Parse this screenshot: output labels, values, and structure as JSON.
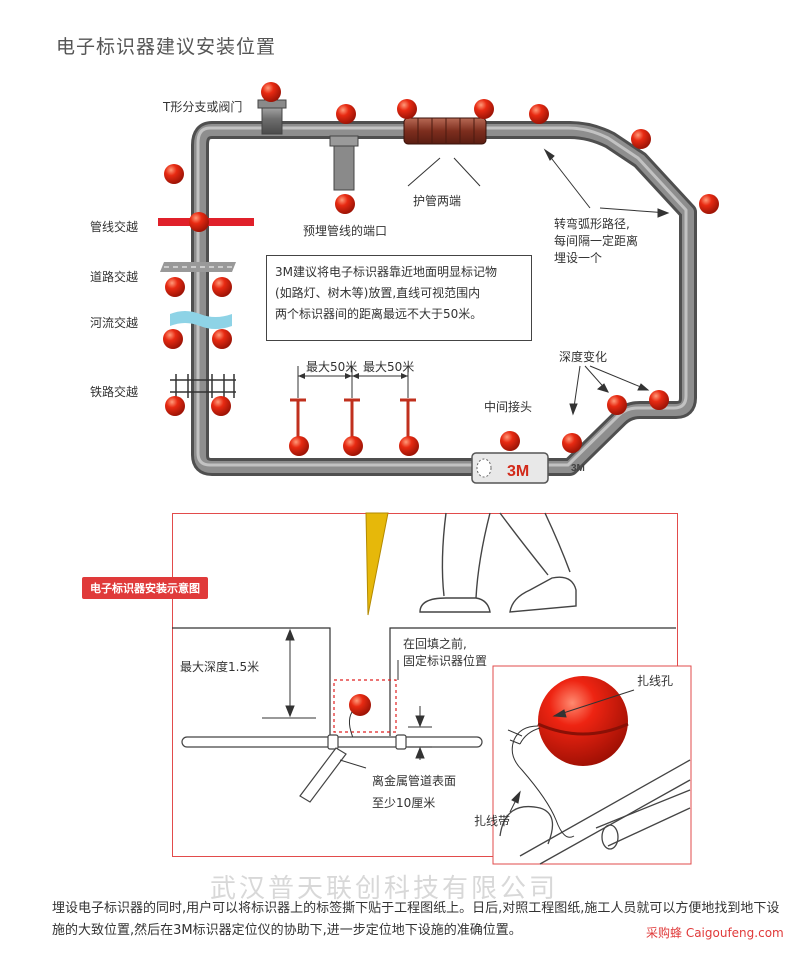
{
  "title": "电子标识器建议安装位置",
  "labels": {
    "t_branch": "T形分支或阀门",
    "pipeline_cross": "管线交越",
    "road_cross": "道路交越",
    "river_cross": "河流交越",
    "rail_cross": "铁路交越",
    "protect_ends": "护管两端",
    "reserved_port": "预埋管线的端口",
    "arc_path": "转弯弧形路径,\n每间隔一定距离\n埋设一个",
    "depth_change": "深度变化",
    "middle_joint": "中间接头",
    "max50_a": "最大50米",
    "max50_b": "最大50米",
    "brand_3m": "3M",
    "brand_3m_small": "3M"
  },
  "note": {
    "line1": "3M建议将电子标识器靠近地面明显标记物",
    "line2": "(如路灯、树木等)放置,直线可视范围内",
    "line3": "两个标识器间的距离最远不大于50米。"
  },
  "install": {
    "badge": "电子标识器安装示意图",
    "max_depth": "最大深度1.5米",
    "backfill_1": "在回填之前,",
    "backfill_2": "固定标识器位置",
    "surface_1": "离金属管道表面",
    "surface_2": "至少10厘米",
    "tie_hole": "扎线孔",
    "tie_band": "扎线带"
  },
  "bottom_text": "埋设电子标识器的同时,用户可以将标识器上的标签撕下贴于工程图纸上。日后,对照工程图纸,施工人员就可以方便地找到地下设施的大致位置,然后在3M标识器定位仪的协助下,进一步定位地下设施的准确位置。",
  "watermark": "武汉普天联创科技有限公司",
  "site": "采购蜂 Caigoufeng.com",
  "colors": {
    "marker": "#e02818",
    "pipe": "#7a7a7a",
    "sleeve": "#8b3a2a",
    "accent": "#e03a3a"
  }
}
